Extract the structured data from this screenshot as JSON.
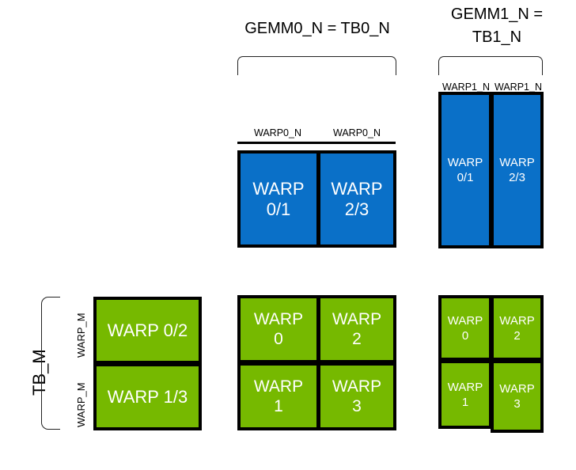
{
  "diagram": {
    "title_gemm0": "GEMM0_N = TB0_N",
    "title_gemm1_line1": "GEMM1_N =",
    "title_gemm1_line2": "TB1_N",
    "label_tb_m": "TB_M",
    "label_warp_m": "WARP_M",
    "label_warp0_n": "WARP0_N",
    "label_warp1_n": "WARP1_N",
    "colors": {
      "blue": "#0a70c8",
      "green": "#76b900",
      "outline": "#000000",
      "text_on_block": "#ffffff",
      "label_text": "#000000"
    }
  },
  "blue_gemm0": {
    "col_labels": [
      "WARP0_N",
      "WARP0_N"
    ],
    "cells": [
      {
        "line1": "WARP",
        "line2": "0/1"
      },
      {
        "line1": "WARP",
        "line2": "2/3"
      }
    ]
  },
  "blue_gemm1": {
    "col_labels": [
      "WARP1_N",
      "WARP1_N"
    ],
    "cells": [
      {
        "line1": "WARP",
        "line2": "0/1"
      },
      {
        "line1": "WARP",
        "line2": "2/3"
      }
    ]
  },
  "green_left": {
    "row_labels": [
      "WARP_M",
      "WARP_M"
    ],
    "cells": [
      {
        "line1": "WARP 0/2"
      },
      {
        "line1": "WARP 1/3"
      }
    ]
  },
  "green_middle": {
    "cells": [
      {
        "line1": "WARP",
        "line2": "0"
      },
      {
        "line1": "WARP",
        "line2": "2"
      },
      {
        "line1": "WARP",
        "line2": "1"
      },
      {
        "line1": "WARP",
        "line2": "3"
      }
    ]
  },
  "green_right": {
    "cells": [
      {
        "line1": "WARP",
        "line2": "0"
      },
      {
        "line1": "WARP",
        "line2": "2"
      },
      {
        "line1": "WARP",
        "line2": "1"
      },
      {
        "line1": "WARP",
        "line2": "3"
      }
    ]
  }
}
